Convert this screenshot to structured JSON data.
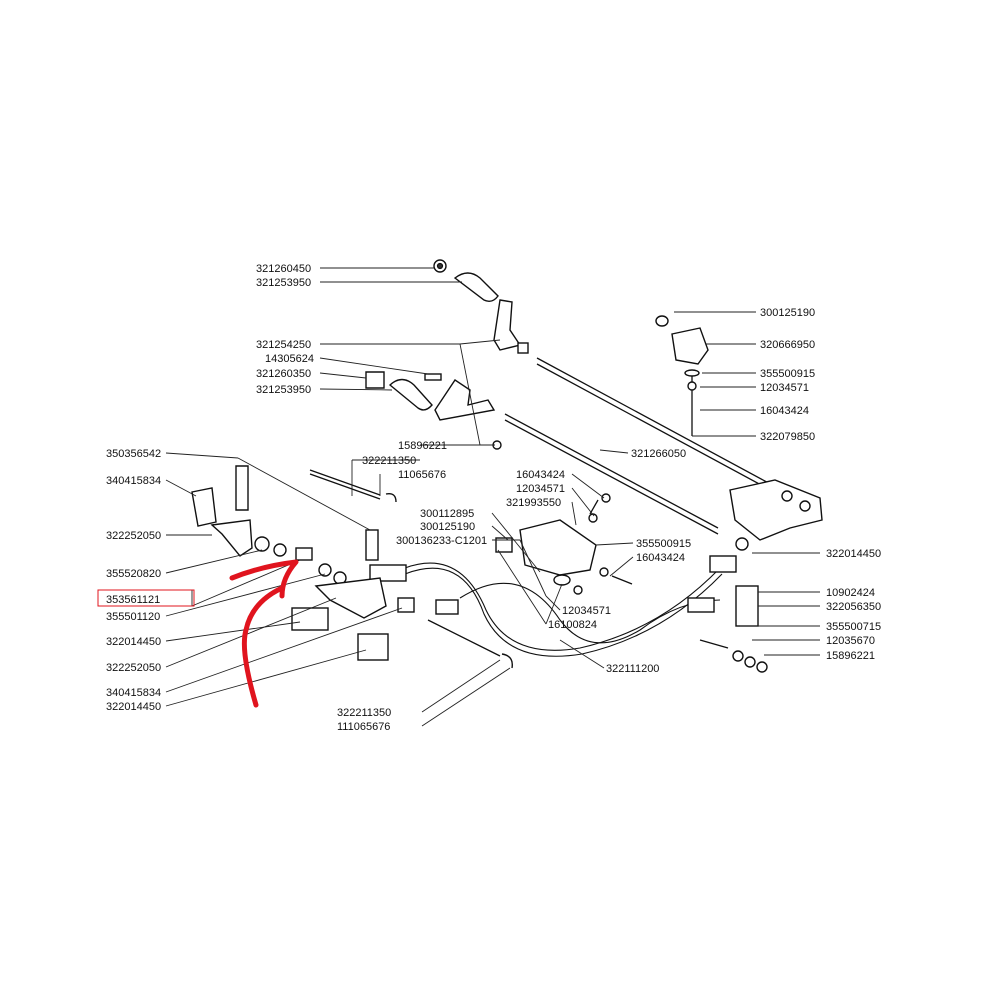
{
  "labels": {
    "l1": "321260450",
    "l2": "321253950",
    "l3": "321254250",
    "l4": "14305624",
    "l5": "321260350",
    "l6": "321253950",
    "l7": "15896221",
    "l8": "322211350",
    "l9": "11065676",
    "l10": "350356542",
    "l11": "340415834",
    "l12": "322252050",
    "l13": "355520820",
    "l14": "353561121",
    "l15": "355501120",
    "l16": "322014450",
    "l17": "322252050",
    "l18": "340415834",
    "l19": "322014450",
    "l20": "300112895",
    "l21": "300125190",
    "l22": "300136233-C1201",
    "l23": "16043424",
    "l24": "12034571",
    "l25": "321993550",
    "l26": "355500915",
    "l27": "16043424",
    "l28": "12034571",
    "l29": "16100824",
    "l30": "322111200",
    "l31": "322211350",
    "l32": "111065676",
    "l33": "321266050",
    "l34": "300125190",
    "l35": "320666950",
    "l36": "355500915",
    "l37": "12034571",
    "l38": "16043424",
    "l39": "322079850",
    "l40": "322014450",
    "l41": "10902424",
    "l42": "322056350",
    "l43": "355500715",
    "l44": "12035670",
    "l45": "15896221"
  },
  "colors": {
    "highlight_arrow": "#e0141e",
    "highlight_box": "#e0141e"
  }
}
